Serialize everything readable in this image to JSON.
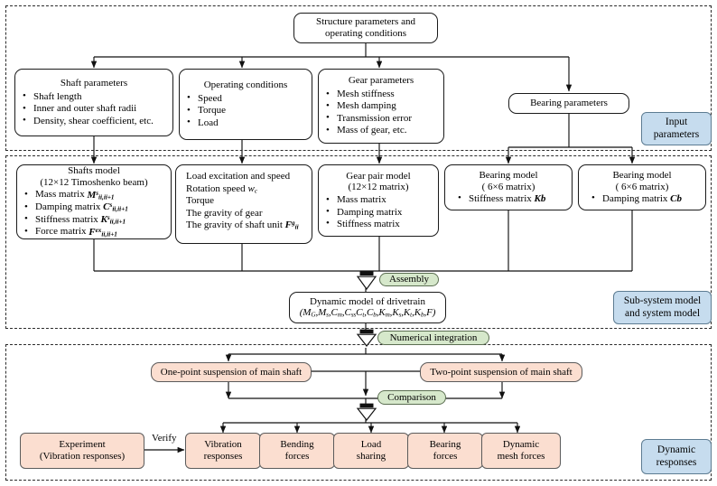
{
  "diagram": {
    "title_node": {
      "line1": "Structure parameters and",
      "line2": "operating conditions"
    },
    "sections": [
      {
        "id": "input",
        "label_line1": "Input",
        "label_line2": "parameters",
        "color": "#c6dcee"
      },
      {
        "id": "subsystem",
        "label_line1": "Sub-system model",
        "label_line2": "and system model",
        "color": "#c6dcee"
      },
      {
        "id": "dynamic",
        "label_line1": "Dynamic",
        "label_line2": "responses",
        "color": "#c6dcee"
      }
    ],
    "input_row": [
      {
        "id": "shaft-parameters",
        "title": "Shaft parameters",
        "items": [
          "Shaft length",
          "Inner and outer shaft radii",
          "Density, shear coefficient, etc."
        ]
      },
      {
        "id": "operating-conditions",
        "title": "Operating conditions",
        "items": [
          "Speed",
          "Torque",
          "Load"
        ]
      },
      {
        "id": "gear-parameters",
        "title": "Gear parameters",
        "items": [
          "Mesh stiffness",
          "Mesh damping",
          "Transmission error",
          "Mass of gear, etc."
        ]
      }
    ],
    "bearing_parameters": {
      "id": "bearing-parameters",
      "title": "Bearing parameters"
    },
    "model_row": [
      {
        "id": "shafts-model",
        "title": "Shafts model",
        "subtitle": "(12×12 Timoshenko beam)",
        "items": [
          {
            "text": "Mass matrix",
            "sym": "M",
            "sup": "s",
            "sub": "ii,ii+1"
          },
          {
            "text": "Damping matrix",
            "sym": "C",
            "sup": "s",
            "sub": "ii,ii+1"
          },
          {
            "text": "Stiffness matrix",
            "sym": "K",
            "sup": "s",
            "sub": "ii,ii+1"
          },
          {
            "text": "Force matrix",
            "sym": "F",
            "sup": "ex",
            "sub": "ii,ii+1"
          }
        ]
      },
      {
        "id": "load-excitation-and-speed",
        "title": "Load excitation and speed",
        "lines": [
          {
            "text": "Rotation speed",
            "sym": "w",
            "sub": "c",
            "sup": ""
          },
          {
            "text": "Torque",
            "sym": "",
            "sub": "",
            "sup": ""
          },
          {
            "text": "The gravity of gear",
            "sym": "",
            "sub": "",
            "sup": ""
          },
          {
            "text": "The gravity of shaft unit",
            "sym": "F",
            "sub": "ii",
            "sup": "g"
          }
        ]
      },
      {
        "id": "gear-pair-model",
        "title": "Gear pair model",
        "subtitle": "(12×12 matrix)",
        "items": [
          "Mass matrix",
          "Damping matrix",
          "Stiffness matrix"
        ]
      },
      {
        "id": "bearing-model-stiffness",
        "title": "Bearing model",
        "subtitle": "( 6×6 matrix)",
        "item_text": "Stiffness matrix",
        "item_sym": "Kb"
      },
      {
        "id": "bearing-model-damping",
        "title": "Bearing model",
        "subtitle": "( 6×6 matrix)",
        "item_text": "Damping matrix",
        "item_sym": "Cb"
      }
    ],
    "assembly_label": "Assembly",
    "dynamic_model": {
      "id": "dynamic-model-of-drivetrain",
      "title": "Dynamic model of drivetrain",
      "formula_parts": [
        {
          "sym": "(M",
          "sub": "G"
        },
        {
          "sym": ",M",
          "sub": "s"
        },
        {
          "sym": ",C",
          "sub": "m"
        },
        {
          "sym": ",C",
          "sub": "ss"
        },
        {
          "sym": "C",
          "sub": "t"
        },
        {
          "sym": ",C",
          "sub": "b"
        },
        {
          "sym": ",K",
          "sub": "m"
        },
        {
          "sym": ",K",
          "sub": "s"
        },
        {
          "sym": ",K",
          "sub": "t"
        },
        {
          "sym": ",K",
          "sub": "b"
        },
        {
          "sym": ",F)",
          "sub": ""
        }
      ]
    },
    "numerical_integration_label": "Numerical integration",
    "suspension": [
      {
        "id": "one-point-suspension",
        "label": "One-point suspension of main shaft"
      },
      {
        "id": "two-point-suspension",
        "label": "Two-point suspension of main shaft"
      }
    ],
    "comparison_label": "Comparison",
    "experiment": {
      "id": "experiment",
      "line1": "Experiment",
      "line2": "(Vibration responses)"
    },
    "verify_label": "Verify",
    "results": [
      {
        "id": "vibration-responses",
        "line1": "Vibration",
        "line2": "responses"
      },
      {
        "id": "bending-forces",
        "line1": "Bending",
        "line2": "forces"
      },
      {
        "id": "load-sharing",
        "line1": "Load",
        "line2": "sharing"
      },
      {
        "id": "bearing-forces",
        "line1": "Bearing",
        "line2": "forces"
      },
      {
        "id": "dynamic-mesh-forces",
        "line1": "Dynamic",
        "line2": "mesh forces"
      }
    ],
    "colors": {
      "peach": "#fbded0",
      "green": "#d6e8cb",
      "blue": "#c6dcee",
      "line": "#1a1a1a"
    }
  }
}
